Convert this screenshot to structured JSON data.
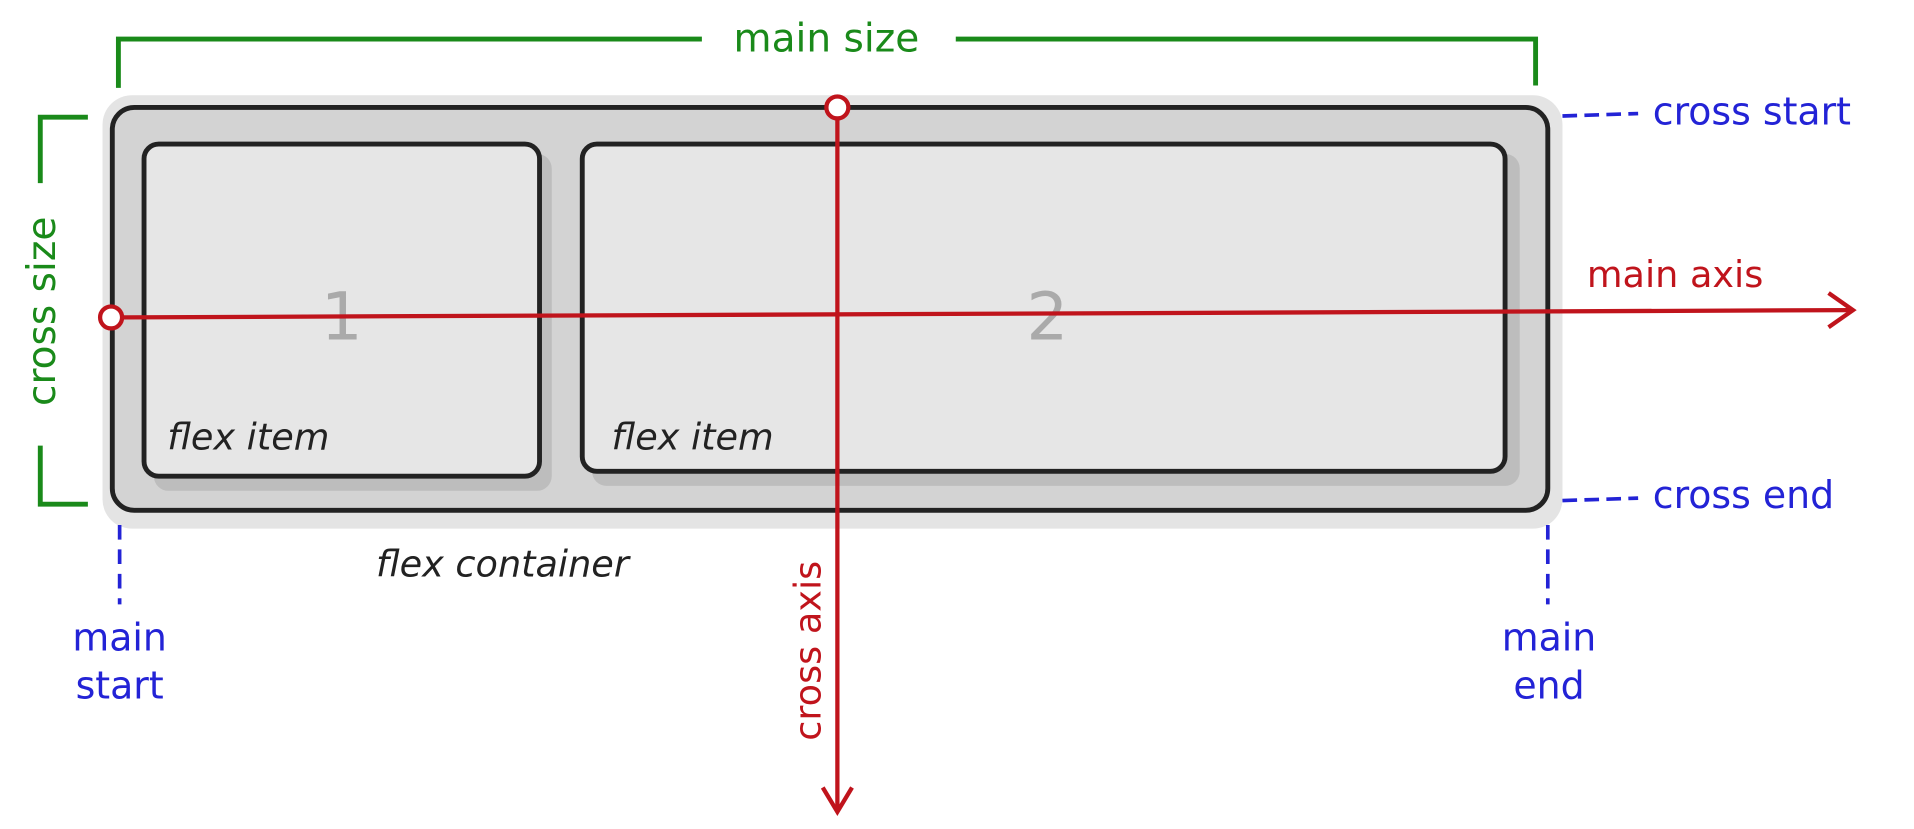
{
  "labels": {
    "main_size": "main size",
    "cross_size": "cross size",
    "main_axis": "main axis",
    "cross_axis": "cross axis",
    "cross_start": "cross start",
    "cross_end": "cross end",
    "main_start": [
      "main",
      "start"
    ],
    "main_end": [
      "main",
      "end"
    ],
    "flex_container": "flex container"
  },
  "items": [
    {
      "number": "1",
      "label": "flex item"
    },
    {
      "number": "2",
      "label": "flex item"
    }
  ],
  "colors": {
    "size": "#1a8a1a",
    "axis": "#c0141c",
    "edges": "#2323d6",
    "container": "#d3d3d3",
    "item": "#e6e6e6"
  }
}
